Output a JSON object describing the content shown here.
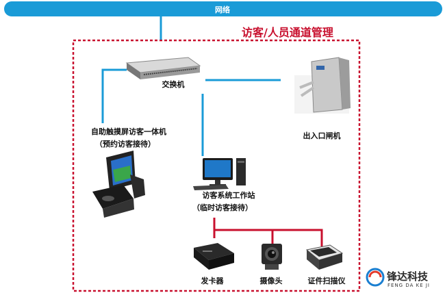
{
  "network": {
    "label": "网络"
  },
  "zone": {
    "title": "访客/人员通道管理"
  },
  "devices": {
    "switch": {
      "label": "交换机"
    },
    "turnstile": {
      "label": "出入口闸机"
    },
    "kiosk": {
      "label_line1": "自助触摸屏访客一体机",
      "label_line2": "（预约访客接待）"
    },
    "workstation": {
      "label_line1": "访客系统工作站",
      "label_line2": "（临时访客接待）"
    },
    "card_issuer": {
      "label": "发卡器"
    },
    "camera": {
      "label": "摄像头"
    },
    "id_scanner": {
      "label": "证件扫描仪"
    }
  },
  "watermark": {
    "cn": "锋达科技",
    "en": "FENG DA KE JI"
  },
  "colors": {
    "network_bar": "#1a9bd7",
    "link_blue": "#1a9bd7",
    "link_red": "#c8102e",
    "zone_border": "#c8102e"
  }
}
